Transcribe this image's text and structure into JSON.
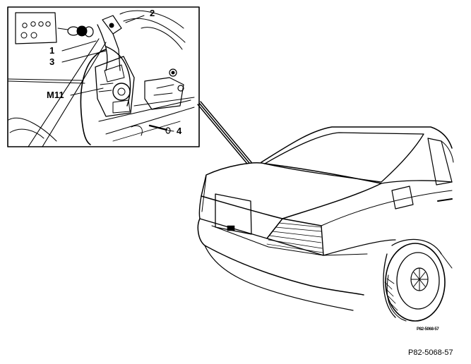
{
  "callouts": {
    "c1": "1",
    "c2": "2",
    "c3": "3",
    "c4": "4",
    "m11": "M11"
  },
  "small_code": "P82-5068-57",
  "figure_ref": "P82-5068-57",
  "colors": {
    "ink": "#000000",
    "paper": "#ffffff"
  }
}
